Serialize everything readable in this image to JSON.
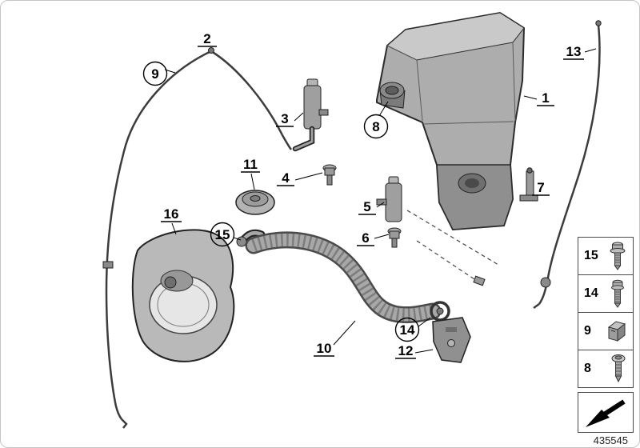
{
  "figure": {
    "number": "435545"
  },
  "callouts": {
    "c1": "1",
    "c2": "2",
    "c3": "3",
    "c4": "4",
    "c5": "5",
    "c6": "6",
    "c7": "7",
    "c8": "8",
    "c9": "9",
    "c10": "10",
    "c11": "11",
    "c12": "12",
    "c13": "13",
    "c14": "14",
    "c15": "15",
    "c16": "16"
  },
  "legend": {
    "items": [
      {
        "label": "15",
        "icon": "flange-bolt"
      },
      {
        "label": "14",
        "icon": "flange-bolt"
      },
      {
        "label": "9",
        "icon": "clip"
      },
      {
        "label": "8",
        "icon": "screw"
      }
    ]
  }
}
